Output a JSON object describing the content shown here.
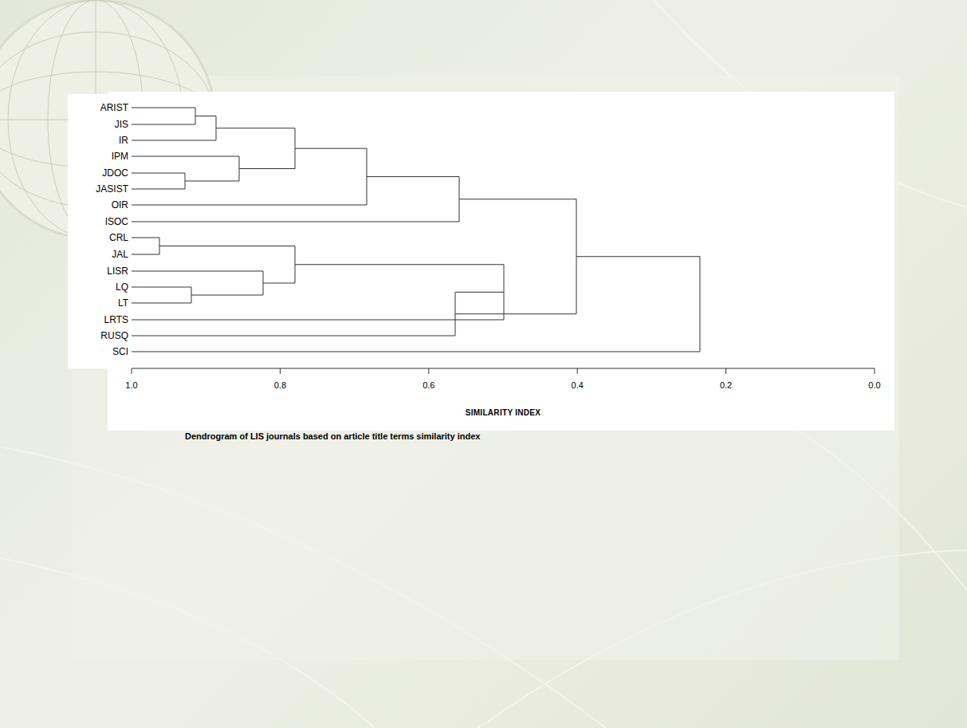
{
  "diagram": {
    "caption": "Dendrogram of LIS journals based on article title terms similarity index",
    "labels": [
      "ARIST",
      "JIS",
      "IR",
      "IPM",
      "JDOC",
      "JASIST",
      "OIR",
      "ISOC",
      "CRL",
      "JAL",
      "LISR",
      "LQ",
      "LT",
      "LRTS",
      "RUSQ",
      "SCI",
      "1.0",
      "0.8",
      "0.6",
      "0.4",
      "0.2",
      "0.0",
      "SIMILARITY INDEX"
    ]
  }
}
